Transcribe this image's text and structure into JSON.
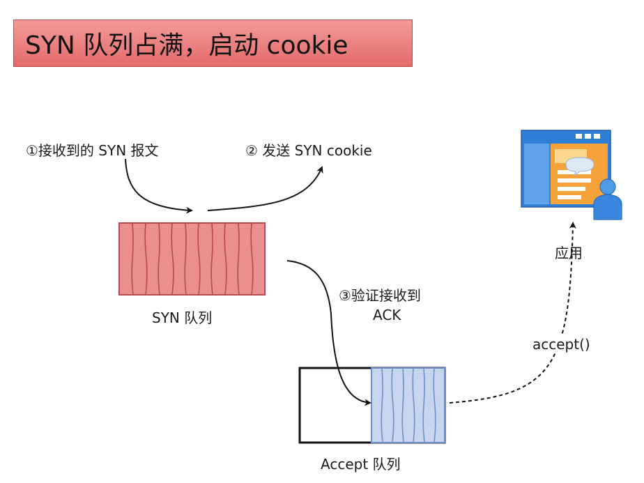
{
  "title": "SYN 队列占满，启动 cookie",
  "labels": {
    "step1": "①接收到的 SYN 报文",
    "step2": "② 发送 SYN cookie",
    "step3_line1": "③验证接收到",
    "step3_line2": "ACK",
    "syn_queue": "SYN 队列",
    "accept_queue": "Accept 队列",
    "app": "应用",
    "accept_call": "accept()"
  },
  "colors": {
    "syn_fill": "#ea8f8f",
    "syn_stroke": "#b84a4a",
    "accept_fill": "#c7d6ef",
    "accept_stroke": "#6f8fc9",
    "title_fill": "#ec8585"
  },
  "icons": {
    "app": "application-window-user-icon"
  }
}
